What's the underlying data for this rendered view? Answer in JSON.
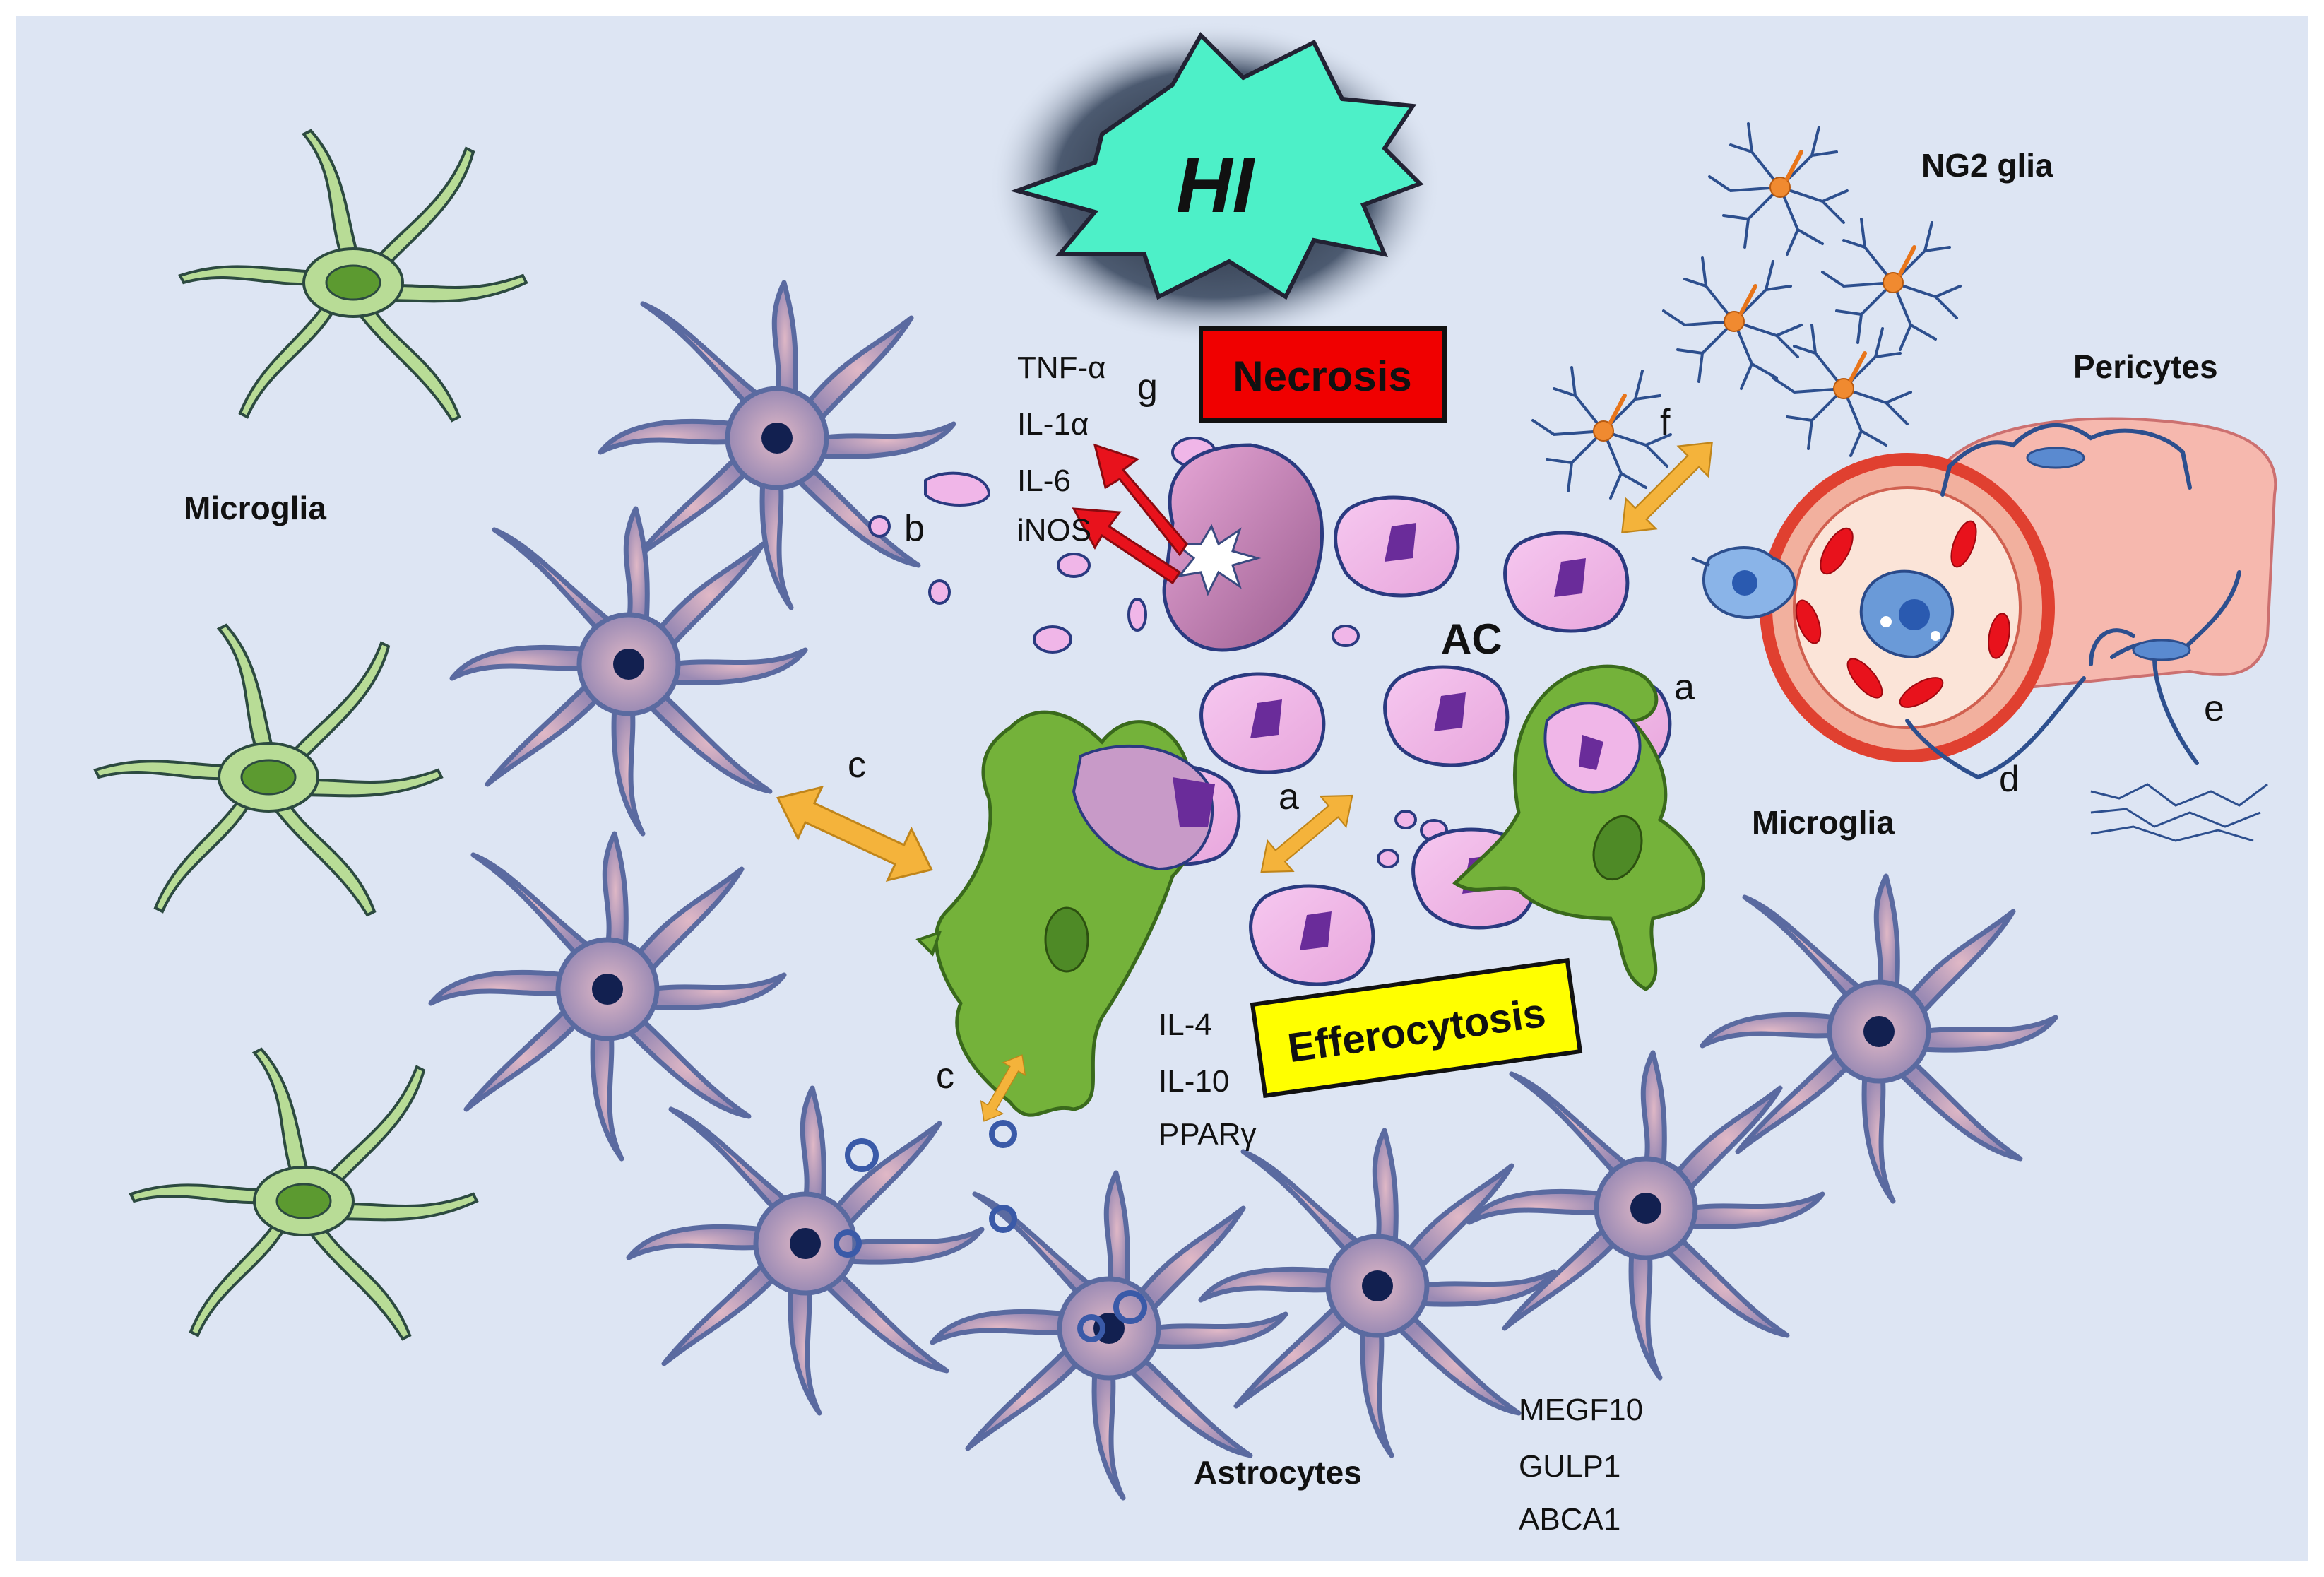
{
  "center": {
    "hi": "HI",
    "ac": "AC"
  },
  "boxes": {
    "necrosis": "Necrosis",
    "efferocytosis": "Efferocytosis"
  },
  "cell_labels": {
    "microglia_left": "Microglia",
    "microglia_right": "Microglia",
    "ng2_glia": "NG2 glia",
    "pericytes": "Pericytes",
    "astrocytes": "Astrocytes"
  },
  "cytokines_pro": [
    "TNF-α",
    "IL-1α",
    "IL-6",
    "iNOS"
  ],
  "cytokines_anti": [
    "IL-4",
    "IL-10",
    "PPARγ"
  ],
  "receptors": [
    "MEGF10",
    "GULP1",
    "ABCA1"
  ],
  "letters": {
    "g": "g",
    "b": "b",
    "c_upper": "c",
    "c_lower": "c",
    "a_center": "a",
    "a_right": "a",
    "f": "f",
    "d": "d",
    "e": "e"
  },
  "colors": {
    "background": "#dde5f3",
    "necrosis_box": "#f00000",
    "efferocytosis_box": "#ffff00",
    "hi_burst": "#4df0c8",
    "microglia": "#74b23a",
    "astrocyte_body": "#cfa4b6",
    "astrocyte_outline": "#5a6aa0",
    "apoptotic_cell": "#f0b6e8",
    "apoptotic_nucleus": "#6a2c9a",
    "arrow_double": "#f4b33b",
    "arrow_red": "#e8121c",
    "vessel": "#f6b8ae",
    "ng2_glia": "#2d4f8e"
  },
  "icons": [
    "burst-icon",
    "double-arrow-icon",
    "red-arrow-icon",
    "vesicle-icon"
  ]
}
